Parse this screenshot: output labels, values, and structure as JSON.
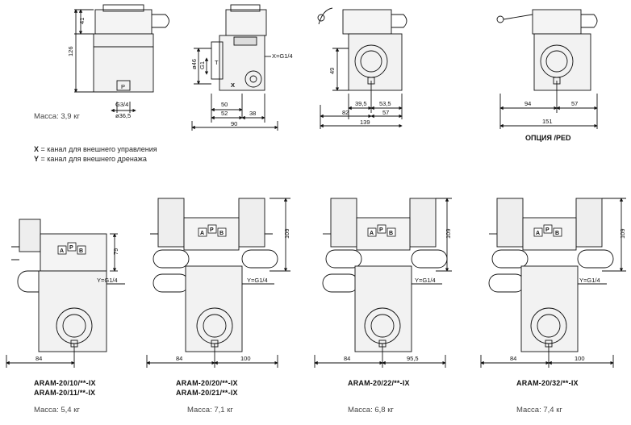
{
  "top_views": {
    "mass_top_left": "Масса: 3,9 кг",
    "legend": [
      {
        "key": "X",
        "text": " = канал для внешнего управления"
      },
      {
        "key": "Y",
        "text": " = канал для внешнего дренажа"
      }
    ],
    "option_label": "ОПЦИЯ /PED",
    "dims": {
      "d41": "41",
      "d126": "126",
      "p": "P",
      "g34": "G3/4",
      "d365": "ø36,5",
      "d46": "ø46",
      "g1": "G1",
      "x_g14": "X=G1/4",
      "t": "T",
      "x": "X",
      "d50": "50",
      "d52": "52",
      "d38": "38",
      "d90": "90",
      "d49": "49",
      "d395": "39,5",
      "d535": "53,5",
      "d82": "82",
      "d57": "57",
      "d139": "139",
      "d94": "94",
      "d57b": "57",
      "d151": "151"
    }
  },
  "variants": [
    {
      "models": [
        "ARAM-20/10/**-IX",
        "ARAM-20/11/**-IX"
      ],
      "mass": "Масса: 5,4 кг",
      "dim_h": "79",
      "dim_left": "84",
      "dim_right": "",
      "y_label": "Y=G1/4"
    },
    {
      "models": [
        "ARAM-20/20/**-IX",
        "ARAM-20/21/**-IX"
      ],
      "mass": "Масса: 7,1 кг",
      "dim_h": "109",
      "dim_left": "84",
      "dim_right": "100",
      "y_label": "Y=G1/4"
    },
    {
      "models": [
        "ARAM-20/22/**-IX"
      ],
      "mass": "Масса: 6,8 кг",
      "dim_h": "109",
      "dim_left": "84",
      "dim_right": "95,5",
      "y_label": "Y=G1/4"
    },
    {
      "models": [
        "ARAM-20/32/**-IX"
      ],
      "mass": "Масса: 7,4 кг",
      "dim_h": "109",
      "dim_left": "84",
      "dim_right": "100",
      "y_label": "Y=G1/4"
    }
  ],
  "port_letters": {
    "a": "A",
    "p": "P",
    "b": "B",
    "t": "T"
  }
}
